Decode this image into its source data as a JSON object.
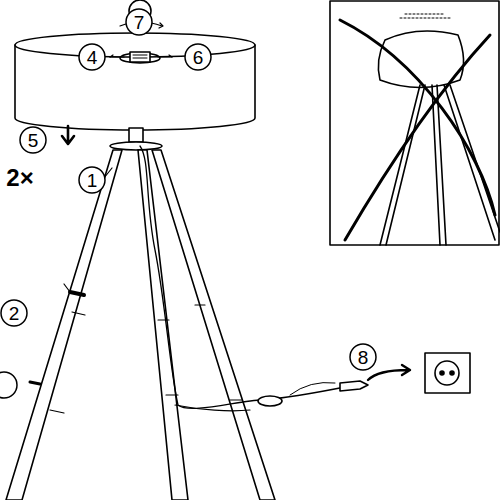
{
  "diagram": {
    "labels": [
      "7",
      "4",
      "6",
      "5",
      "2×",
      "1",
      "2",
      "8"
    ]
  }
}
